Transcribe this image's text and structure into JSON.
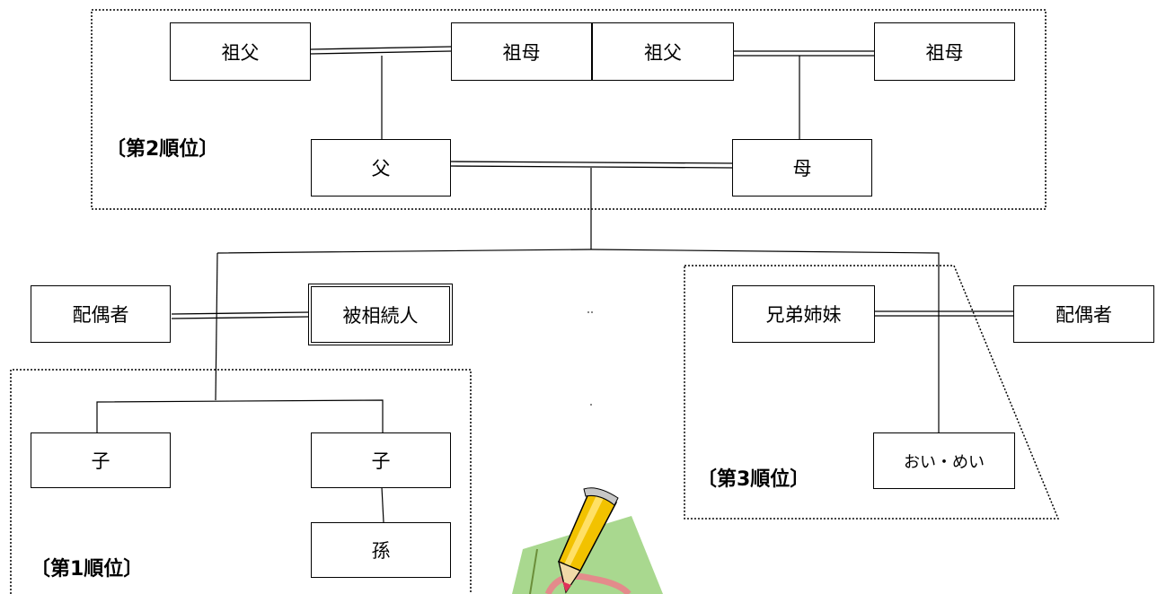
{
  "groups": {
    "rank2_label": "〔第2順位〕",
    "rank1_label": "〔第1順位〕",
    "rank3_label": "〔第3順位〕"
  },
  "persons": {
    "paternal_grandfather": "祖父",
    "paternal_grandmother": "祖母",
    "maternal_grandfather": "祖父",
    "maternal_grandmother": "祖母",
    "father": "父",
    "mother": "母",
    "spouse": "配偶者",
    "decedent": "被相続人",
    "siblings": "兄弟姉妹",
    "sibling_spouse": "配偶者",
    "child_1": "子",
    "child_2": "子",
    "grandchild": "孫",
    "nephew_niece": "おい・めい"
  },
  "colors": {
    "line": "#000000",
    "pencil_body": "#f2c200",
    "pencil_tip": "#e0325a",
    "paper": "#a9d88f"
  },
  "icons": {
    "clipart": "pencil-paper-icon"
  }
}
